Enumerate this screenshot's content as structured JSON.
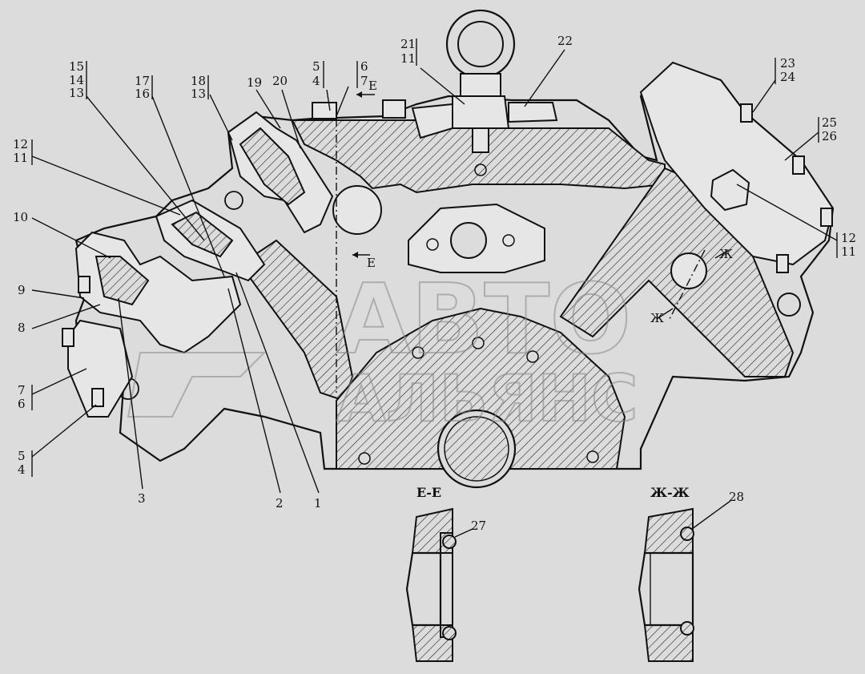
{
  "labels": {
    "l15_14_13": [
      "15",
      "14",
      "13"
    ],
    "l17_16": [
      "17",
      "16"
    ],
    "l18_13": [
      "18",
      "13"
    ],
    "l19": "19",
    "l20": "20",
    "l5_4_top": [
      "5",
      "4"
    ],
    "l6_7_top": [
      "6",
      "7"
    ],
    "l21_11": [
      "21",
      "11"
    ],
    "l22": "22",
    "l23_24": [
      "23",
      "24"
    ],
    "l25_26": [
      "25",
      "26"
    ],
    "l12_11_left": [
      "12",
      "11"
    ],
    "l12_11_right": [
      "12",
      "11"
    ],
    "l10": "10",
    "l9": "9",
    "l8": "8",
    "l7_6": [
      "7",
      "6"
    ],
    "l5_4_bottom": [
      "5",
      "4"
    ],
    "l3": "3",
    "l2": "2",
    "l1": "1",
    "l27": "27",
    "l28": "28",
    "sectionE": "Е",
    "sectionZh": "Ж"
  },
  "sections": {
    "ee": "Е-Е",
    "zhzh": "Ж-Ж"
  },
  "watermark": {
    "line1": "АВТО",
    "line2": "АЛЬЯНС"
  }
}
